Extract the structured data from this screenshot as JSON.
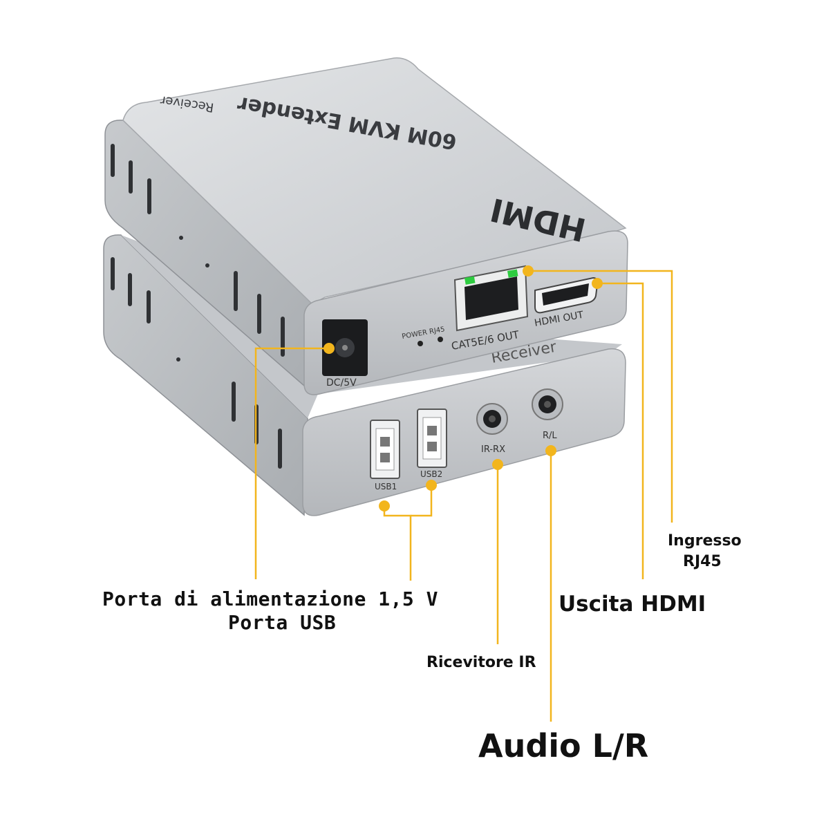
{
  "device": {
    "top_unit_title": "60M KVM Extender",
    "top_unit_side_label": "Receiver",
    "hdmi_logo": "HDMI",
    "port_labels": {
      "dc": "DC/5V",
      "leds": "POWER RJ45",
      "rj45": "CAT5E/6 OUT",
      "hdmi_out": "HDMI OUT",
      "bottom_unit": "Receiver",
      "usb1": "USB1",
      "usb2": "USB2",
      "ir_rx": "IR-RX",
      "rl": "R/L"
    }
  },
  "callouts": {
    "power_port": "Porta di alimentazione 1,5 V",
    "usb_port": "Porta USB",
    "rj45_line1": "Ingresso",
    "rj45_line2": "RJ45",
    "hdmi_out": "Uscita HDMI",
    "ir_receiver": "Ricevitore IR",
    "audio": "Audio L/R"
  },
  "colors": {
    "leader": "#f2b51d",
    "metal_light": "#d6d8db",
    "metal_mid": "#b9bcc0",
    "metal_dark": "#8e9196",
    "face": "#c9cbce"
  }
}
